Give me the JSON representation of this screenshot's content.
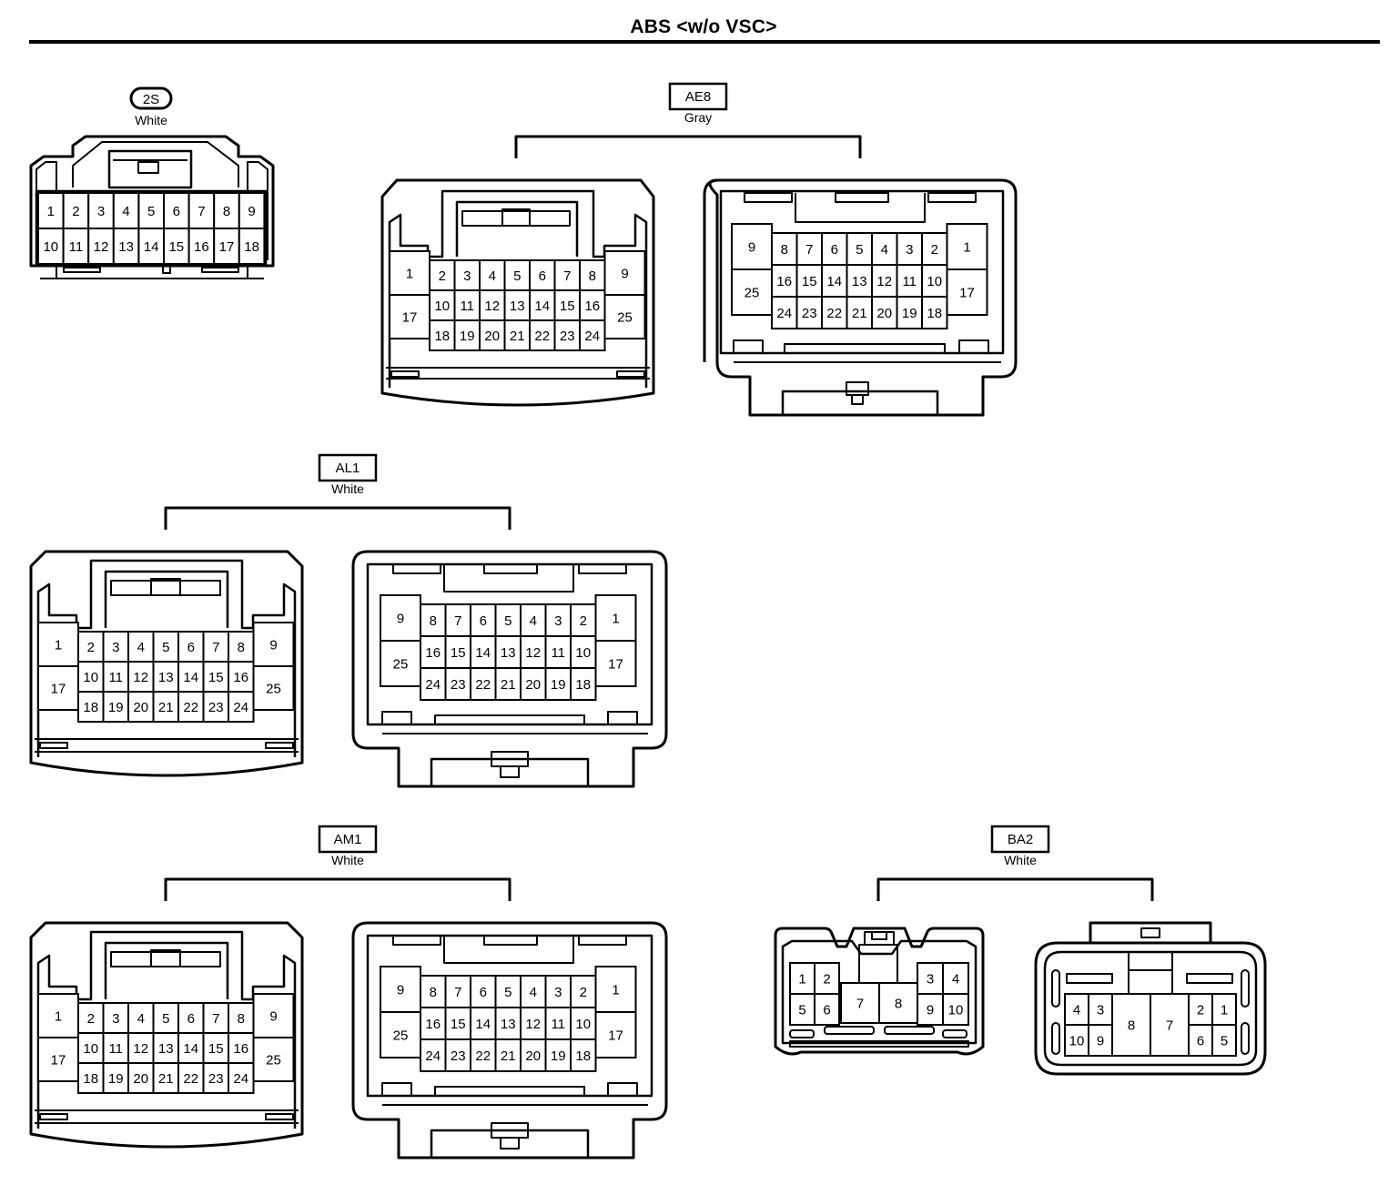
{
  "title": "ABS <w/o VSC>",
  "connectors": [
    {
      "id": "2S",
      "color": "White",
      "badge": "rounded",
      "views": [
        {
          "rows": [
            [
              "1",
              "2",
              "3",
              "4",
              "5",
              "6",
              "7",
              "8",
              "9"
            ],
            [
              "10",
              "11",
              "12",
              "13",
              "14",
              "15",
              "16",
              "17",
              "18"
            ]
          ]
        }
      ]
    },
    {
      "id": "AE8",
      "color": "Gray",
      "badge": "box",
      "views": [
        {
          "left": [
            "1",
            "17"
          ],
          "right": [
            "9",
            "25"
          ],
          "rows": [
            [
              "2",
              "3",
              "4",
              "5",
              "6",
              "7",
              "8"
            ],
            [
              "10",
              "11",
              "12",
              "13",
              "14",
              "15",
              "16"
            ],
            [
              "18",
              "19",
              "20",
              "21",
              "22",
              "23",
              "24"
            ]
          ]
        },
        {
          "left": [
            "9",
            "25"
          ],
          "right": [
            "1",
            "17"
          ],
          "rows": [
            [
              "8",
              "7",
              "6",
              "5",
              "4",
              "3",
              "2"
            ],
            [
              "16",
              "15",
              "14",
              "13",
              "12",
              "11",
              "10"
            ],
            [
              "24",
              "23",
              "22",
              "21",
              "20",
              "19",
              "18"
            ]
          ]
        }
      ]
    },
    {
      "id": "AL1",
      "color": "White",
      "badge": "box",
      "views": [
        {
          "left": [
            "1",
            "17"
          ],
          "right": [
            "9",
            "25"
          ],
          "rows": [
            [
              "2",
              "3",
              "4",
              "5",
              "6",
              "7",
              "8"
            ],
            [
              "10",
              "11",
              "12",
              "13",
              "14",
              "15",
              "16"
            ],
            [
              "18",
              "19",
              "20",
              "21",
              "22",
              "23",
              "24"
            ]
          ]
        },
        {
          "left": [
            "9",
            "25"
          ],
          "right": [
            "1",
            "17"
          ],
          "rows": [
            [
              "8",
              "7",
              "6",
              "5",
              "4",
              "3",
              "2"
            ],
            [
              "16",
              "15",
              "14",
              "13",
              "12",
              "11",
              "10"
            ],
            [
              "24",
              "23",
              "22",
              "21",
              "20",
              "19",
              "18"
            ]
          ]
        }
      ]
    },
    {
      "id": "AM1",
      "color": "White",
      "badge": "box",
      "views": [
        {
          "left": [
            "1",
            "17"
          ],
          "right": [
            "9",
            "25"
          ],
          "rows": [
            [
              "2",
              "3",
              "4",
              "5",
              "6",
              "7",
              "8"
            ],
            [
              "10",
              "11",
              "12",
              "13",
              "14",
              "15",
              "16"
            ],
            [
              "18",
              "19",
              "20",
              "21",
              "22",
              "23",
              "24"
            ]
          ]
        },
        {
          "left": [
            "9",
            "25"
          ],
          "right": [
            "1",
            "17"
          ],
          "rows": [
            [
              "8",
              "7",
              "6",
              "5",
              "4",
              "3",
              "2"
            ],
            [
              "16",
              "15",
              "14",
              "13",
              "12",
              "11",
              "10"
            ],
            [
              "24",
              "23",
              "22",
              "21",
              "20",
              "19",
              "18"
            ]
          ]
        }
      ]
    },
    {
      "id": "BA2",
      "color": "White",
      "badge": "box",
      "views": [
        {
          "left_block": [
            [
              "1",
              "2"
            ],
            [
              "5",
              "6"
            ]
          ],
          "tall": [
            "7",
            "8"
          ],
          "right_block": [
            [
              "3",
              "4"
            ],
            [
              "9",
              "10"
            ]
          ]
        },
        {
          "left_block": [
            [
              "4",
              "3"
            ],
            [
              "10",
              "9"
            ]
          ],
          "tall": [
            "8",
            "7"
          ],
          "right_block": [
            [
              "2",
              "1"
            ],
            [
              "6",
              "5"
            ]
          ]
        }
      ]
    }
  ]
}
